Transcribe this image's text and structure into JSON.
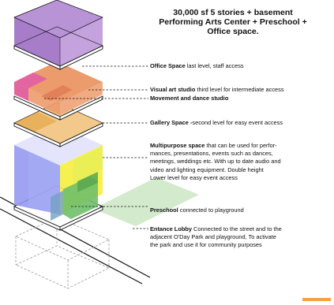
{
  "title": {
    "line1": "30,000 sf  5 stories + basement",
    "line2": "Performing Arts Center + Preschool +",
    "line3": "Office space."
  },
  "labels": {
    "office": {
      "name": "Office Space",
      "desc": " last level, staff access"
    },
    "visual": {
      "name": "Visual art studio",
      "desc": " third level for intermediate access"
    },
    "movement": {
      "name": "Movement and dance studio",
      "desc": ""
    },
    "gallery": {
      "name": "Gallery Space -",
      "desc": "second level for easy event access"
    },
    "multipurpose": {
      "name": "Multipurpose space",
      "desc1": " that can be used for perfor-",
      "desc2": "mances, presentations, events such as dances,",
      "desc3": "meetings, weddings etc. With up to date audio and",
      "desc4": "video and lighting equipment. Double height",
      "desc5": "Lower level for easy event access"
    },
    "preschool": {
      "name": "Preschool",
      "desc": " connected to playground"
    },
    "lobby": {
      "name": "Entance Lobby",
      "desc1": " Connected to the street and to the",
      "desc2": "adjacent O'Day Park and playground, To activate",
      "desc3": "the park and use it for community purposes"
    }
  },
  "colors": {
    "office": "#a77dc9",
    "visual_pink": "#e2659f",
    "visual_orange": "#ec9b6c",
    "gallery": "#f2c98b",
    "gallery_dark": "#e8b15c",
    "multipurpose_blue": "#8e93ef",
    "multipurpose_yellow": "#f6f03c",
    "preschool_green": "#6fbf6a",
    "park": "#cfe8c8",
    "accent": "#f2a341"
  }
}
